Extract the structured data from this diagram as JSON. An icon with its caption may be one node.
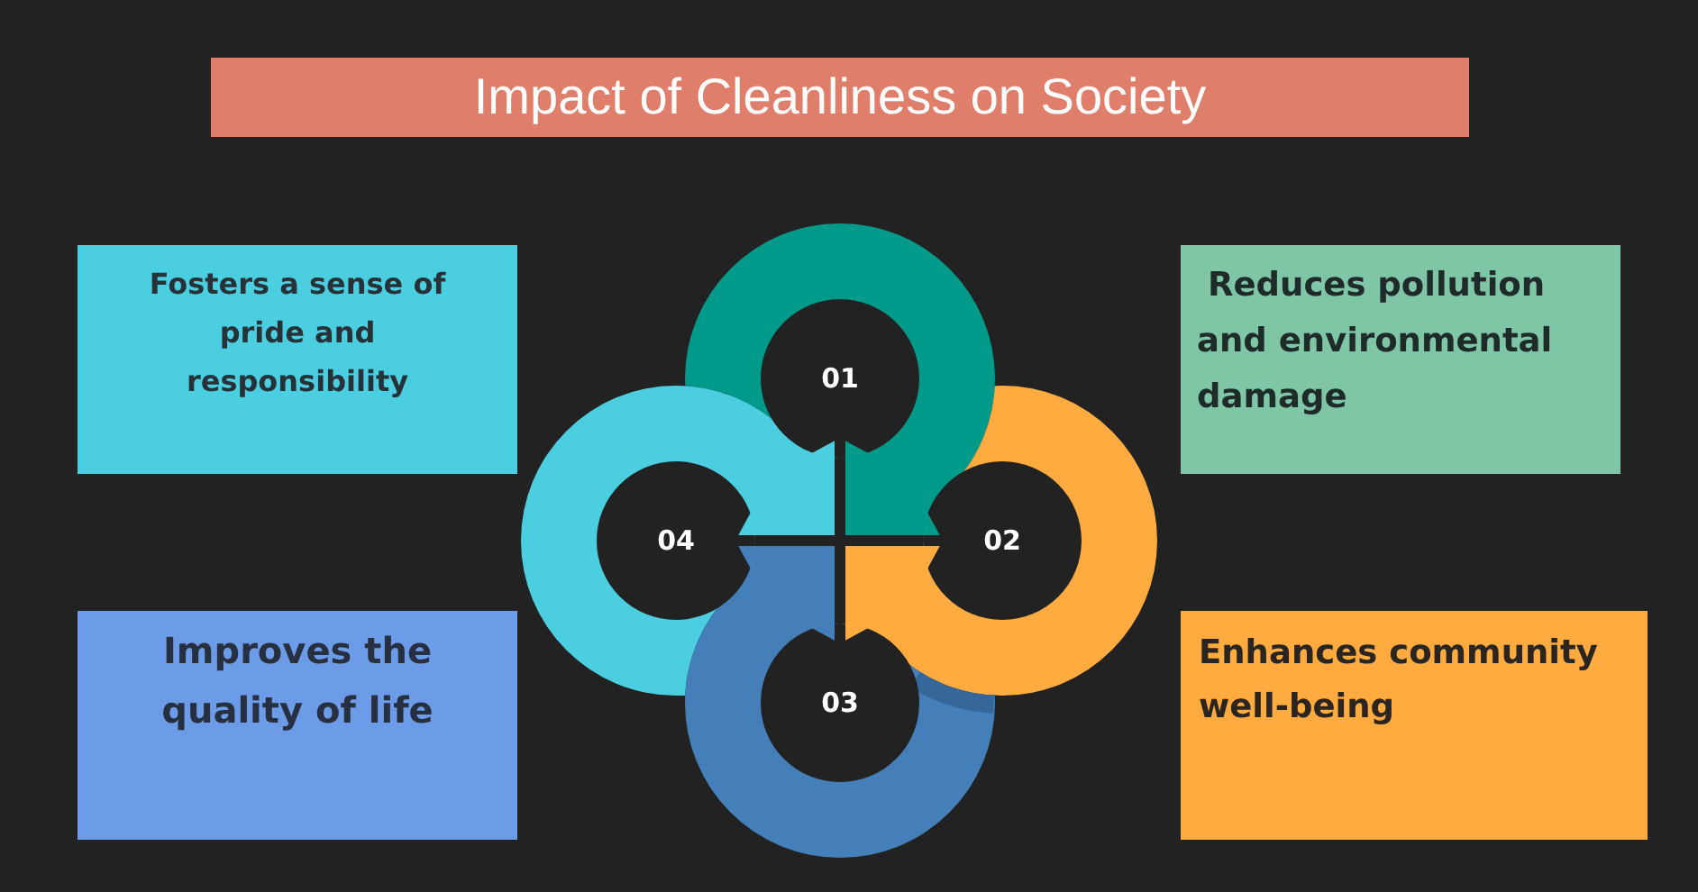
{
  "diagram": {
    "title": "Impact of Cleanliness on Society",
    "nodes": [
      {
        "text": [
          "Fosters a sense of pride and responsibility"
        ]
      },
      {
        "text": [
          "01"
        ]
      },
      {
        "text": [
          "Reduces pollution and environmental damage"
        ]
      },
      {
        "text": [
          "04"
        ]
      },
      {
        "text": [
          "02"
        ]
      },
      {
        "text": [
          "Improves the quality of life"
        ]
      },
      {
        "text": [
          "03"
        ]
      },
      {
        "text": [
          "Enhances community well-being"
        ]
      }
    ],
    "edges": [
      {
        "from": 1,
        "to": 6,
        "arrow": "none"
      },
      {
        "from": 3,
        "to": 4,
        "arrow": "none"
      }
    ]
  }
}
